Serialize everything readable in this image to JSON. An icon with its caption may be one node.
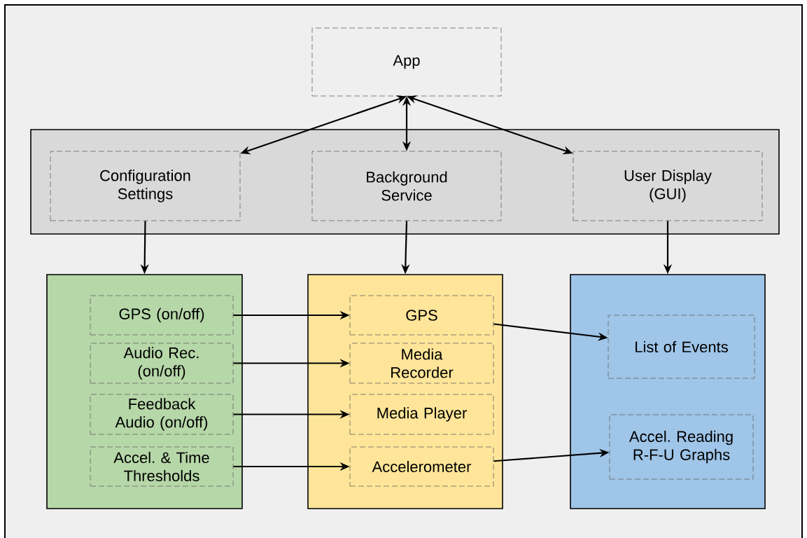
{
  "diagram": {
    "nodes": [
      {
        "text": [
          "App"
        ]
      },
      {
        "text": [],
        "shape": "box"
      },
      {
        "text": [
          "Configuration Settings"
        ],
        "in": 1
      },
      {
        "text": [
          "Background Service"
        ],
        "in": 1
      },
      {
        "text": [
          "User Display (GUI)"
        ],
        "in": 1
      },
      {
        "text": [],
        "shape": "box"
      },
      {
        "text": [
          "GPS (on/off)"
        ],
        "in": 5
      },
      {
        "text": [
          "Audio Rec. (on/off)"
        ],
        "in": 5
      },
      {
        "text": [
          "Feedback Audio (on/off)"
        ],
        "in": 5
      },
      {
        "text": [
          "Accel. & Time Thresholds"
        ],
        "in": 5
      },
      {
        "text": [],
        "shape": "box"
      },
      {
        "text": [
          "GPS"
        ],
        "in": 10
      },
      {
        "text": [
          "Media Recorder"
        ],
        "in": 10
      },
      {
        "text": [
          "Media Player"
        ],
        "in": 10
      },
      {
        "text": [
          "Accelerometer"
        ],
        "in": 10
      },
      {
        "text": [],
        "shape": "box"
      },
      {
        "text": [
          "List of Events"
        ],
        "in": 15
      },
      {
        "text": [
          "Accel. Reading R-F-U Graphs"
        ],
        "in": 15
      }
    ],
    "edges": [
      {
        "from": 0,
        "to": 2,
        "arrow": "both"
      },
      {
        "from": 0,
        "to": 3,
        "arrow": "both"
      },
      {
        "from": 0,
        "to": 4,
        "arrow": "both"
      },
      {
        "from": 2,
        "to": 5,
        "arrow": "to"
      },
      {
        "from": 3,
        "to": 10,
        "arrow": "to"
      },
      {
        "from": 4,
        "to": 15,
        "arrow": "to"
      },
      {
        "from": 6,
        "to": 11,
        "arrow": "to"
      },
      {
        "from": 7,
        "to": 12,
        "arrow": "to"
      },
      {
        "from": 8,
        "to": 13,
        "arrow": "to"
      },
      {
        "from": 9,
        "to": 14,
        "arrow": "to"
      },
      {
        "from": 11,
        "to": 16,
        "arrow": "to"
      },
      {
        "from": 14,
        "to": 17,
        "arrow": "to"
      }
    ]
  }
}
